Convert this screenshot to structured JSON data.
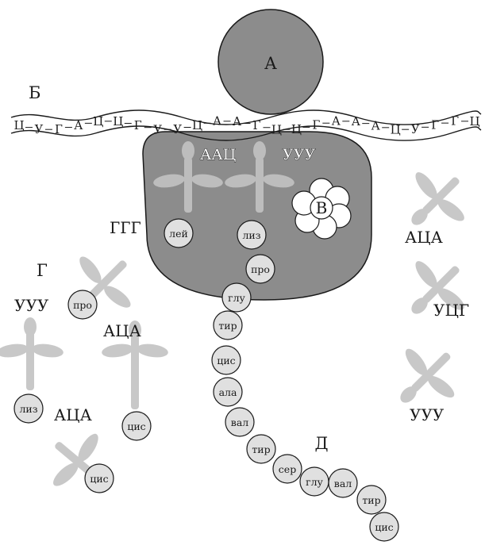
{
  "labels": {
    "A": "А",
    "B": "Б",
    "V": "В",
    "G": "Г",
    "D": "Д"
  },
  "mrna_letters": [
    "Ц",
    "У",
    "Г",
    "А",
    "Ц",
    "Ц",
    "Г",
    "У",
    "У",
    "Ц",
    "А",
    "А",
    "Г",
    "Ц",
    "Ц",
    "Г",
    "А",
    "А",
    "А",
    "Ц",
    "У",
    "Г",
    "Г",
    "Ц"
  ],
  "codons": {
    "ribosome_left": "ААЦ",
    "ribosome_right": "УУУ",
    "ggg_left": "ГГГ",
    "uuu_left": "УУУ",
    "aca_mid": "АЦА",
    "aca_low": "АЦА",
    "aca_right": "АЦА",
    "ucg_right": "УЦГ",
    "uuu_right": "УУУ"
  },
  "amino_acids": {
    "ribosome_left": "лей",
    "ribosome_right": "лиз",
    "trna_pro": "про",
    "trna_liz": "лиз",
    "trna_cis_mid": "цис",
    "trna_cis_low": "цис"
  },
  "chain": [
    "про",
    "глу",
    "тир",
    "цис",
    "ала",
    "вал",
    "тир",
    "сер",
    "глу",
    "вал",
    "тир",
    "цис"
  ],
  "colors": {
    "ribosome_large": "#8c8c8c",
    "ribosome_small": "#8c8c8c",
    "trna": "#c8c8c8",
    "trna_on_ribosome": "#bdbdbd",
    "amino_acid": "#e0e0e0",
    "outline": "#1a1a1a"
  }
}
